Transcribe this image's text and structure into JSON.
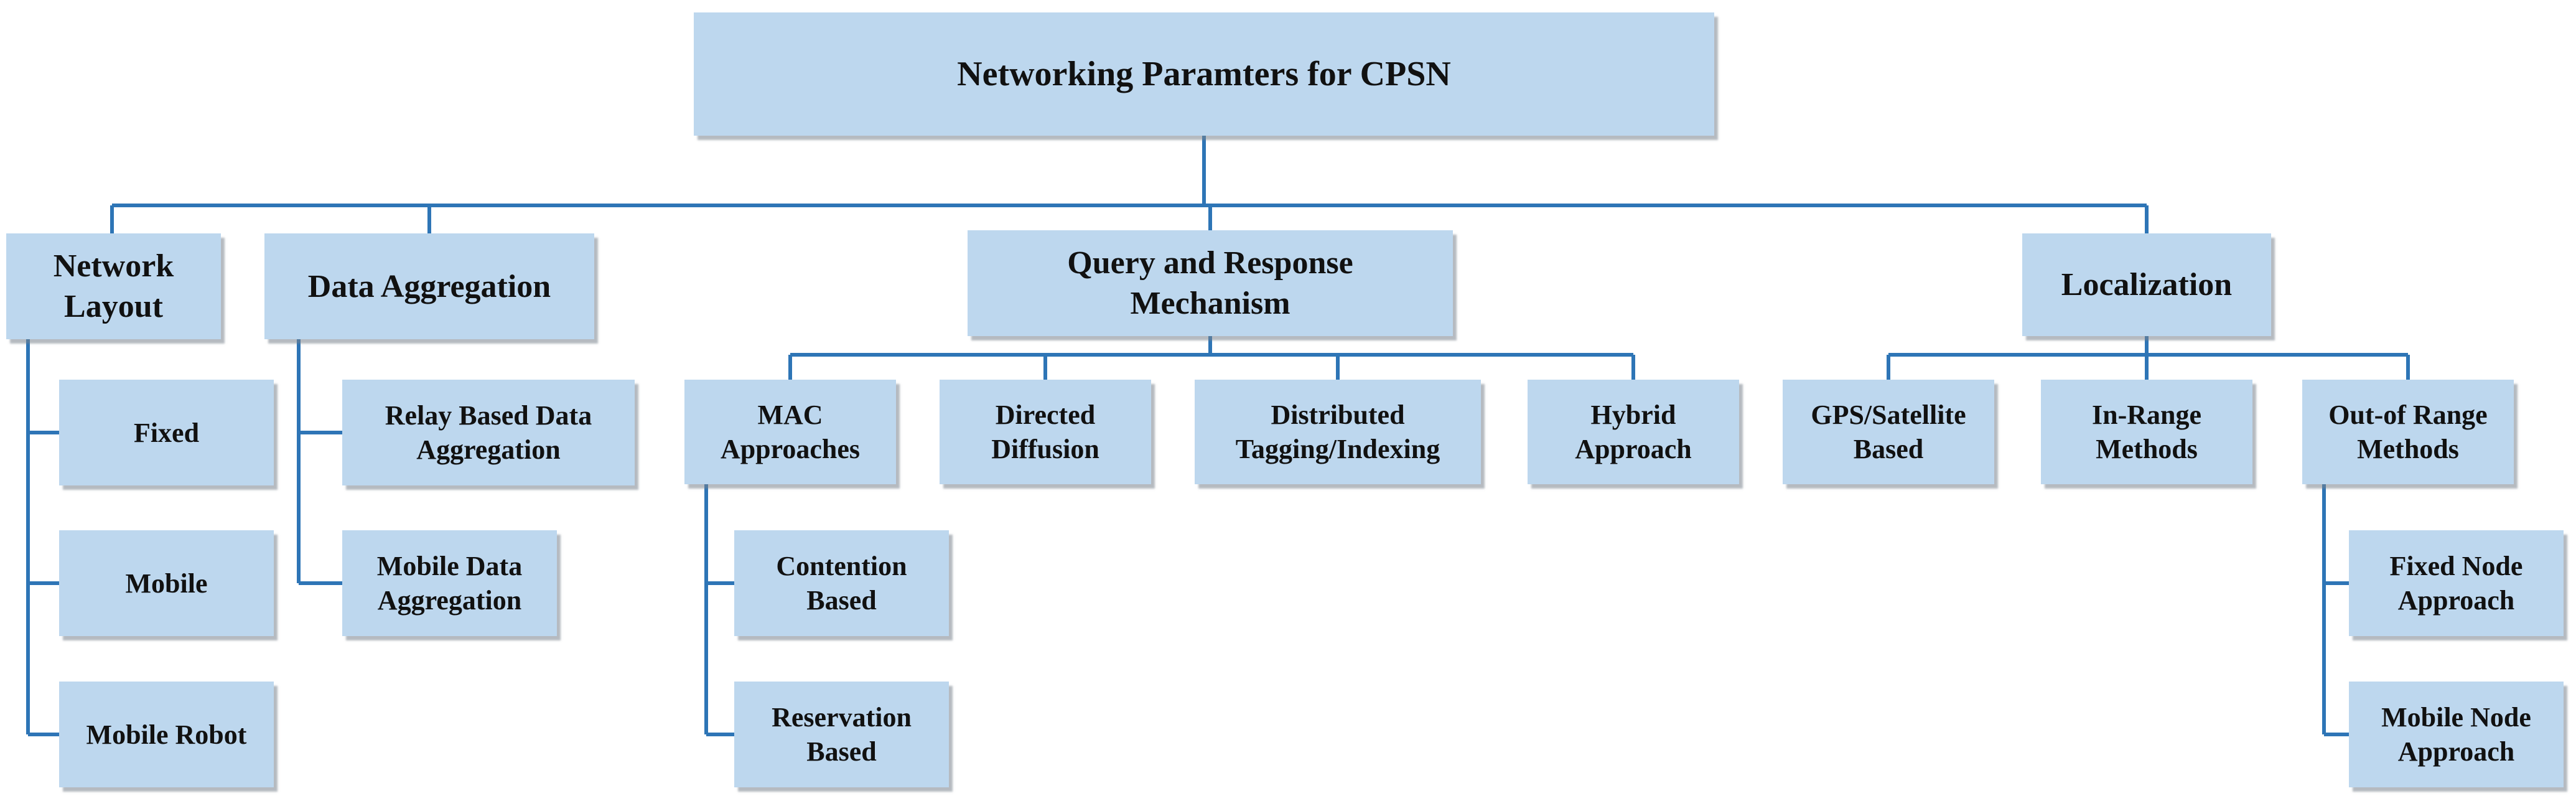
{
  "diagram": {
    "title": "Networking Paramters for  CPSN",
    "nodes": {
      "root": "Networking Paramters for  CPSN",
      "network_layout": "Network\nLayout",
      "fixed": "Fixed",
      "mobile": "Mobile",
      "mobile_robot": "Mobile Robot",
      "data_aggregation": "Data Aggregation",
      "relay_based": "Relay Based Data\nAggregation",
      "mobile_data_aggregation": "Mobile Data\nAggregation",
      "query_response": "Query and Response\nMechanism",
      "mac_approaches": "MAC\nApproaches",
      "contention_based": "Contention\nBased",
      "reservation_based": "Reservation\nBased",
      "directed_diffusion": "Directed\nDiffusion",
      "distributed_tagging": "Distributed\nTagging/Indexing",
      "hybrid_approach": "Hybrid\nApproach",
      "localization": "Localization",
      "gps_satellite": "GPS/Satellite\nBased",
      "in_range": "In-Range\nMethods",
      "out_of_range": "Out-of Range\nMethods",
      "fixed_node": "Fixed Node\nApproach",
      "mobile_node": "Mobile Node\nApproach"
    },
    "colors": {
      "box": "#bdd7ee",
      "connector": "#2e75b6",
      "text": "#111111"
    }
  }
}
